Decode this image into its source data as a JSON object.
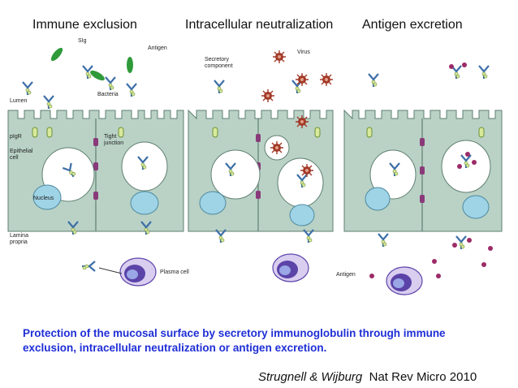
{
  "titles": {
    "immune_exclusion": "Immune exclusion",
    "intracellular_neutralization": "Intracellular neutralization",
    "antigen_excretion": "Antigen excretion"
  },
  "labels": {
    "sig": "SIg",
    "antigen": "Antigen",
    "lumen": "Lumen",
    "bacteria": "Bacteria",
    "pigr": "pIgR",
    "tight_junction_1": "Tight",
    "tight_junction_2": "junction",
    "epithelial_1": "Epithelial",
    "epithelial_2": "cell",
    "nucleus": "Nucleus",
    "lamina_1": "Lamina",
    "lamina_2": "propria",
    "plasma_cell": "Plasma cell",
    "secretory_1": "Secretory",
    "secretory_2": "component",
    "virus": "Virus",
    "antigen_bottom": "Antigen"
  },
  "caption": "Protection of the mucosal surface by secretory immunoglobulin through immune exclusion, intracellular neutralization or antigen excretion.",
  "citation": {
    "authors": "Strugnell & Wijburg",
    "journal": "Nat Rev Micro 2010"
  },
  "colors": {
    "cell_fill": "#b9d2c5",
    "cell_stroke": "#5f7f72",
    "nucleus": "#9fd3e6",
    "vesicle": "#ffffff",
    "antibody": "#3d6fa8",
    "secretory": "#d7e99a",
    "bacteria": "#2f9a3a",
    "virus": "#a23a28",
    "antigen_excr": "#9c2b67",
    "plasma": "#5b43a8",
    "caption": "#1f2fd6"
  }
}
